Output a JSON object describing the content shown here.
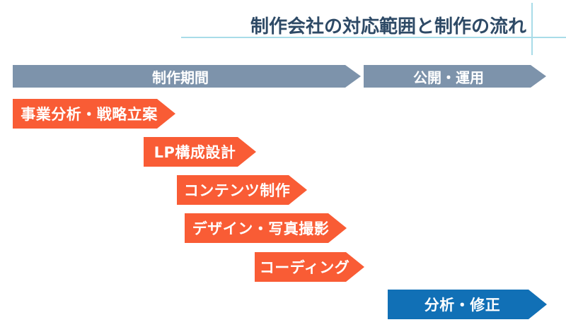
{
  "title": {
    "text": "制作会社の対応範囲と制作の流れ"
  },
  "phases": [
    {
      "label": "制作期間"
    },
    {
      "label": "公開・運用"
    }
  ],
  "steps": [
    {
      "label": "事業分析・戦略立案",
      "color_role": "orange"
    },
    {
      "label": "LP構成設計",
      "color_role": "orange"
    },
    {
      "label": "コンテンツ制作",
      "color_role": "orange"
    },
    {
      "label": "デザイン・写真撮影",
      "color_role": "orange"
    },
    {
      "label": "コーディング",
      "color_role": "orange"
    },
    {
      "label": "分析・修正",
      "color_role": "blue"
    }
  ],
  "colors": {
    "gray_arrow": "#7d93ab",
    "orange_arrow": "#f95c35",
    "blue_arrow": "#1170b6",
    "title_text": "#2e4a66",
    "accent_line": "#a8dce8",
    "arrow_text": "#ffffff"
  }
}
